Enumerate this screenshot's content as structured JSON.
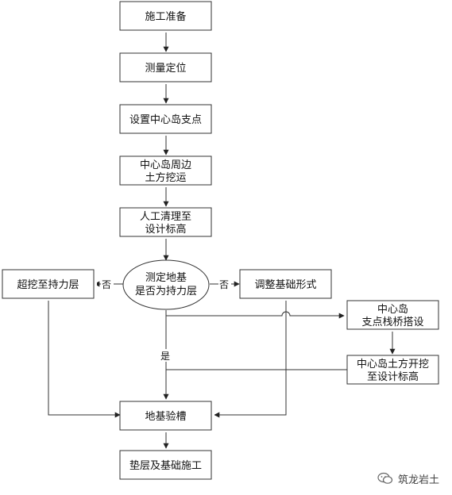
{
  "nodes": {
    "prep": [
      "施工准备"
    ],
    "survey": [
      "测量定位"
    ],
    "support": [
      "设置中心岛支点"
    ],
    "earthwork": [
      "中心岛周边",
      "土方挖运"
    ],
    "manual": [
      "人工清理至",
      "设计标高"
    ],
    "decision": [
      "测定地基",
      "是否为持力层"
    ],
    "overdig": [
      "超挖至持力层"
    ],
    "adjust": [
      "调整基础形式"
    ],
    "trestle": [
      "中心岛",
      "支点栈桥搭设"
    ],
    "island_dig": [
      "中心岛土方开挖",
      "至设计标高"
    ],
    "inspect": [
      "地基验槽"
    ],
    "cushion": [
      "垫层及基础施工"
    ]
  },
  "edge_labels": {
    "no_left": "否",
    "no_right": "否",
    "yes": "是"
  },
  "watermark": {
    "text": "筑龙岩土",
    "icon": "wechat-icon"
  }
}
